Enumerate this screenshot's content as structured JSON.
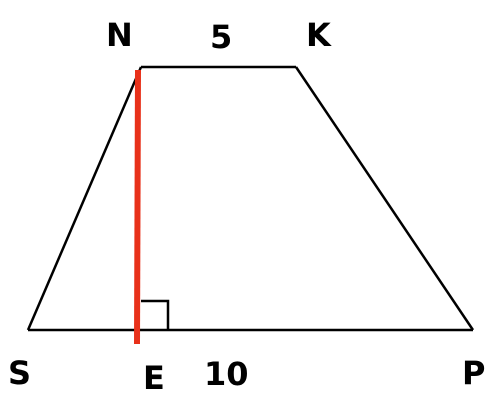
{
  "diagram": {
    "vertices": {
      "n": "N",
      "k": "K",
      "s": "S",
      "e": "E",
      "p": "P"
    },
    "lengths": {
      "nk": "5",
      "ep": "10"
    },
    "colors": {
      "outline": "#000000",
      "height": "#e8311a",
      "background": "#ffffff"
    }
  }
}
